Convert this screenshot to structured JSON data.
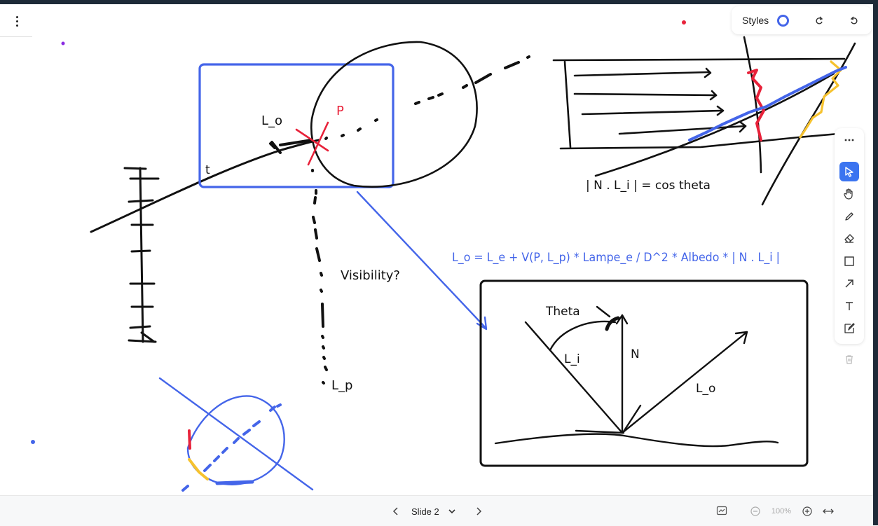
{
  "app": {
    "top_menu_icon": "more-vertical-icon"
  },
  "styles_panel": {
    "label": "Styles",
    "color": "#4465e9"
  },
  "canvas_text": {
    "l_o": "L_o",
    "p": "P",
    "t": "t",
    "visibility": "Visibility?",
    "l_p": "L_p",
    "cos": "| N . L_i | = cos theta",
    "equation": "L_o = L_e + V(P, L_p) * Lampe_e / D^2 * Albedo * | N . L_i |",
    "theta": "Theta",
    "l_i": "L_i",
    "n": "N",
    "l_o2": "L_o"
  },
  "toolbar": {
    "more_icon": "more-horizontal-icon",
    "tools": [
      "select-icon",
      "hand-icon",
      "pencil-icon",
      "eraser-icon",
      "rectangle-icon",
      "arrow-icon",
      "text-icon",
      "note-icon"
    ],
    "trash_icon": "trash-icon"
  },
  "bottom": {
    "slide_label": "Slide 2",
    "zoom": "100%"
  },
  "colors": {
    "blue": "#4465e9",
    "red": "#e8223a",
    "yellow": "#f6c22e",
    "ink": "#111111"
  }
}
